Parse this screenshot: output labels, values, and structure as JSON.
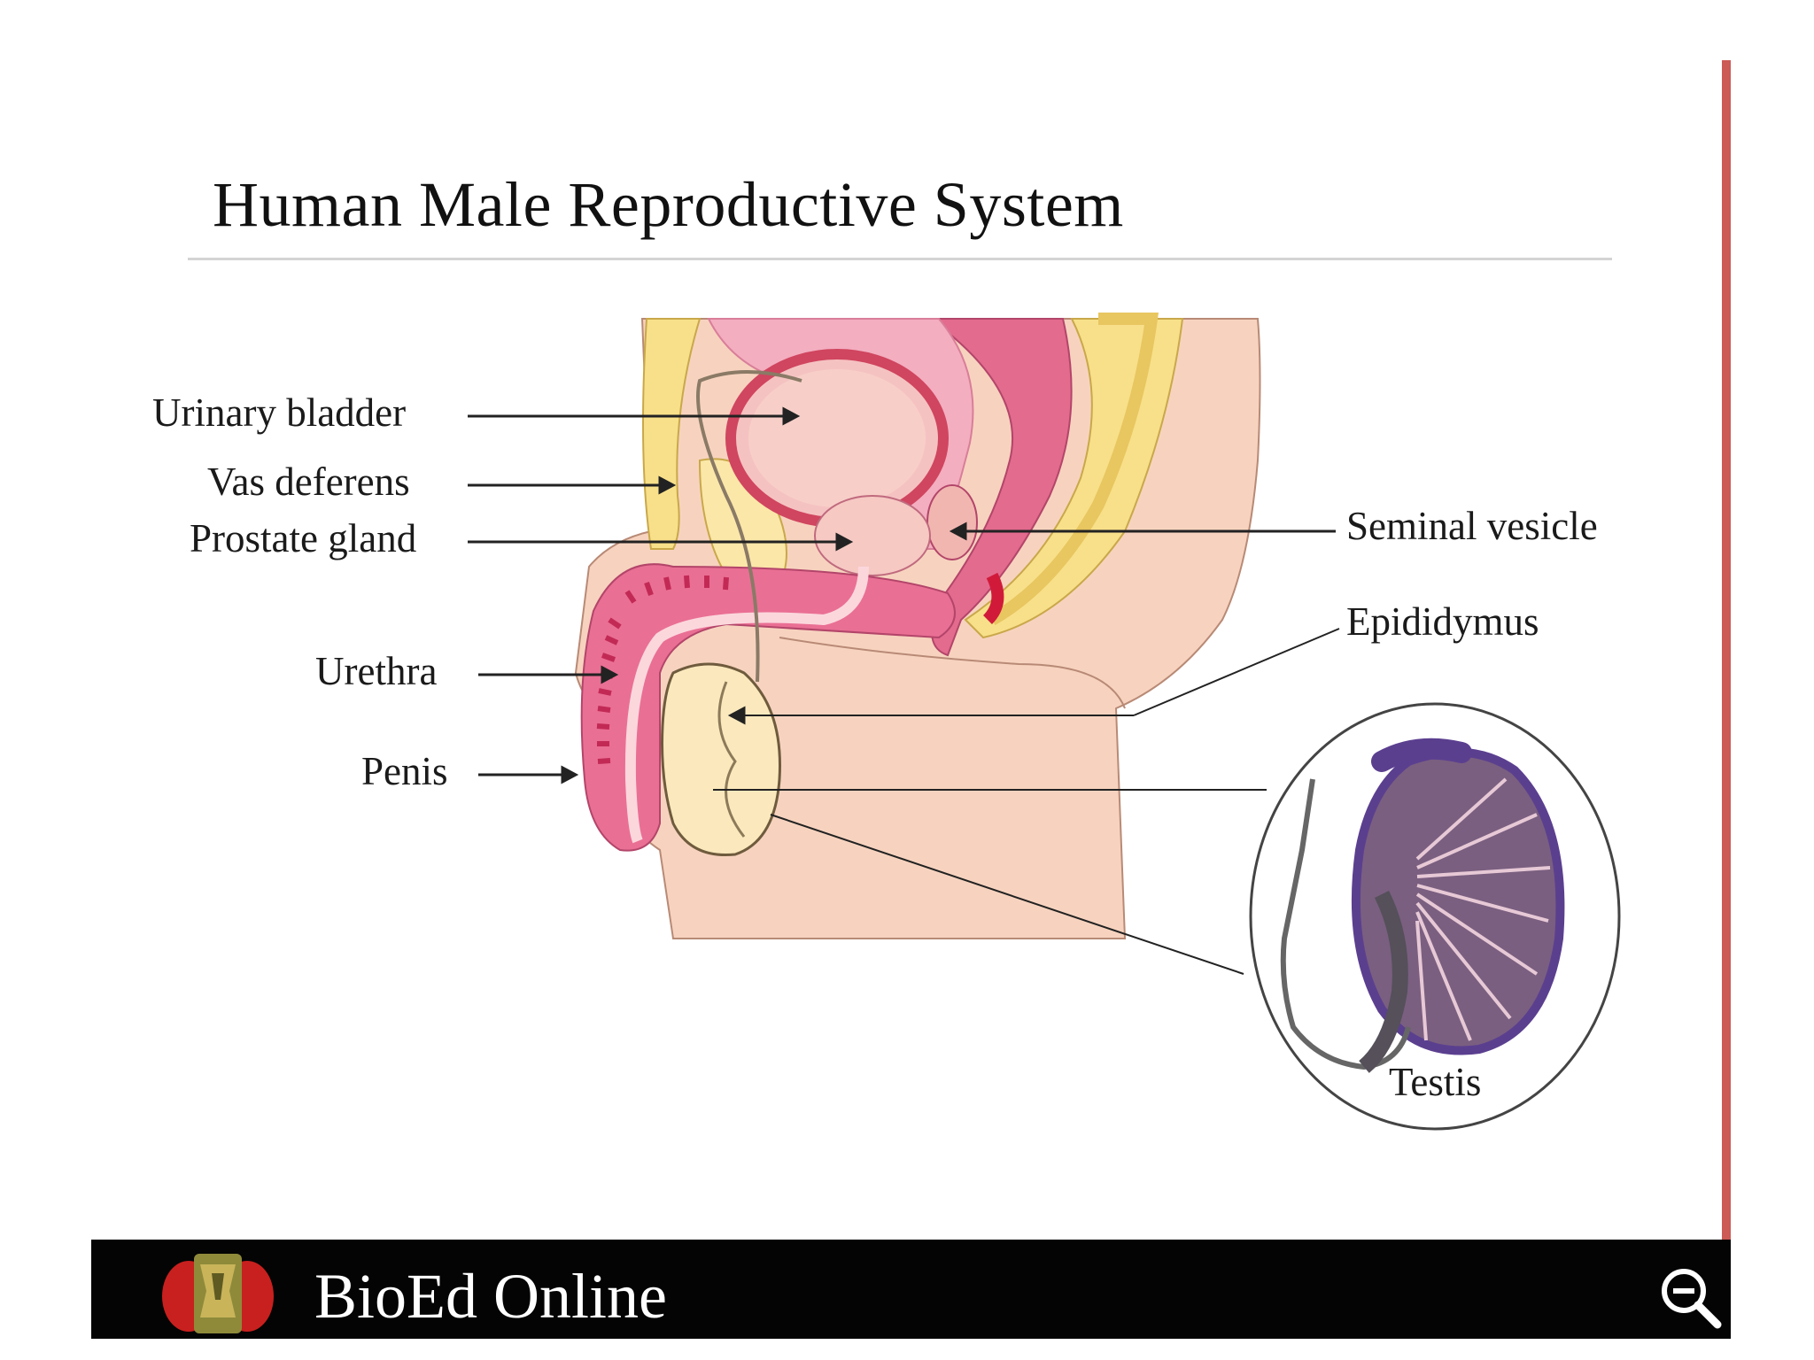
{
  "title": "Human Male Reproductive System",
  "labels": {
    "urinary_bladder": "Urinary bladder",
    "vas_deferens": "Vas deferens",
    "prostate_gland": "Prostate gland",
    "urethra": "Urethra",
    "penis": "Penis",
    "seminal_vesicle": "Seminal vesicle",
    "epididymus": "Epididymus",
    "testis": "Testis"
  },
  "footer": {
    "brand": "BioEd Online",
    "logo_icon": "bioed-logo-icon",
    "zoom_icon": "zoom-out-icon"
  },
  "colors": {
    "accent_line": "#cc5a55",
    "footer_bg": "#040404",
    "skin": "#f6d0bb",
    "pink_tissue": "#e8799a",
    "bladder": "#f4b8b8",
    "testis_purple": "#7b5aa8"
  }
}
